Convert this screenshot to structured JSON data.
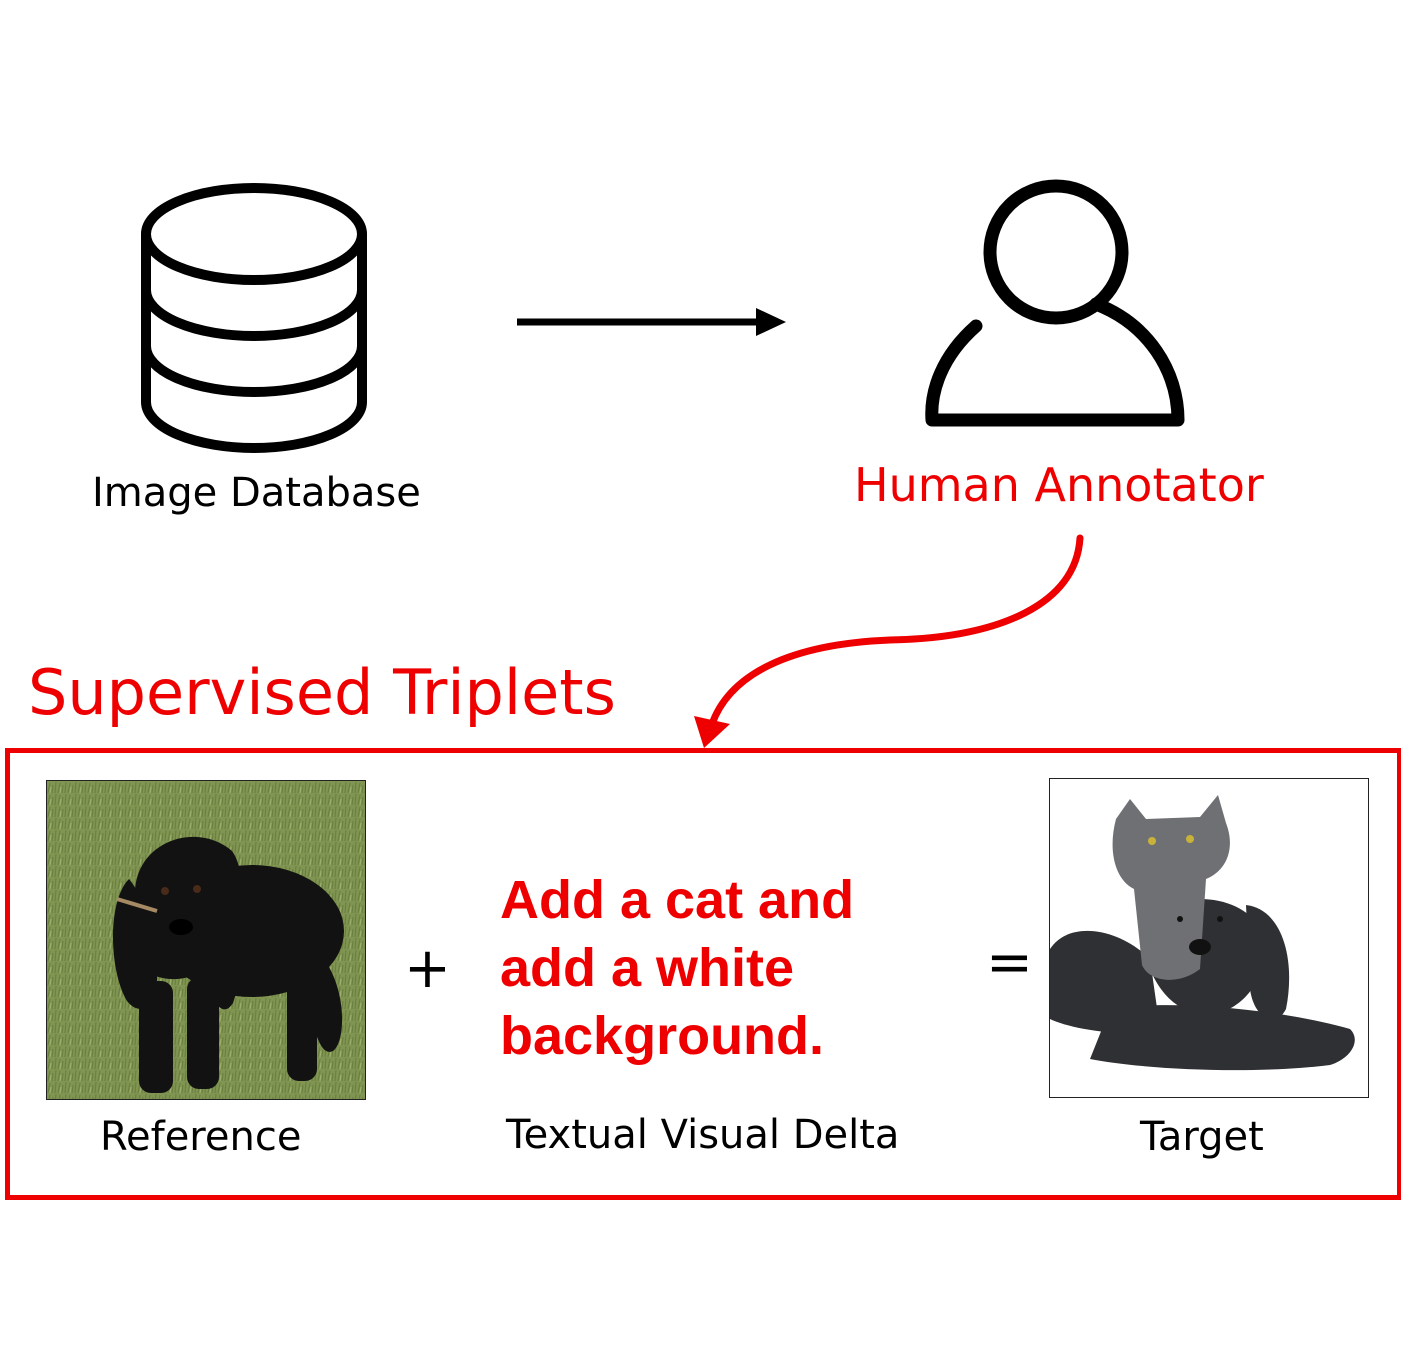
{
  "diagram": {
    "top": {
      "database_label": "Image Database",
      "annotator_label": "Human Annotator"
    },
    "triplets": {
      "title": "Supervised Triplets",
      "reference_label": "Reference",
      "delta_label": "Textual Visual Delta",
      "target_label": "Target",
      "delta_text": "Add a cat and add a white background.",
      "plus_symbol": "+",
      "equals_symbol": "="
    },
    "icons": {
      "database": "database-icon",
      "person": "person-icon",
      "arrow": "right-arrow-icon",
      "curved_arrow": "curved-arrow-icon"
    },
    "colors": {
      "accent": "#ee0000",
      "ink": "#000000",
      "grass": "#7a8f4a",
      "dog": "#141414",
      "cat": "#6f6f6f"
    }
  }
}
